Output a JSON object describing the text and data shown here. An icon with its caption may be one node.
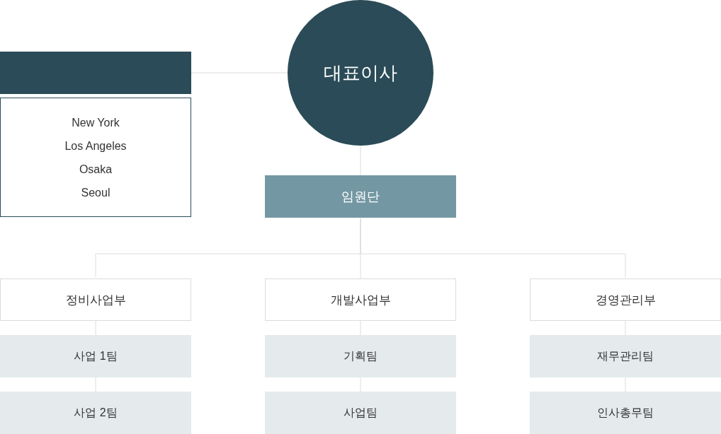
{
  "diagram": {
    "nodes": [
      {
        "text": [
          "대표이사"
        ]
      },
      {
        "text": [],
        "shape": "box"
      },
      {
        "text": [
          "New York",
          "Los Angeles",
          "Osaka",
          "Seoul"
        ]
      },
      {
        "text": [
          "임원단"
        ]
      },
      {
        "text": [
          "정비사업부"
        ]
      },
      {
        "text": [
          "개발사업부"
        ]
      },
      {
        "text": [
          "경영관리부"
        ]
      },
      {
        "text": [
          "사업 1팀"
        ]
      },
      {
        "text": [
          "기획팀"
        ]
      },
      {
        "text": [
          "재무관리팀"
        ]
      },
      {
        "text": [
          "사업 2팀"
        ]
      },
      {
        "text": [
          "사업팀"
        ]
      },
      {
        "text": [
          "인사총무팀"
        ]
      }
    ],
    "edges": [
      {
        "from": 0,
        "to": 1,
        "arrow": "none"
      },
      {
        "from": 0,
        "to": 3,
        "arrow": "none"
      },
      {
        "from": 3,
        "to": 4,
        "arrow": "none"
      },
      {
        "from": 3,
        "to": 5,
        "arrow": "none"
      },
      {
        "from": 3,
        "to": 6,
        "arrow": "none"
      },
      {
        "from": 4,
        "to": 7,
        "arrow": "none"
      },
      {
        "from": 7,
        "to": 10,
        "arrow": "none"
      },
      {
        "from": 5,
        "to": 8,
        "arrow": "none"
      },
      {
        "from": 8,
        "to": 11,
        "arrow": "none"
      },
      {
        "from": 6,
        "to": 9,
        "arrow": "none"
      },
      {
        "from": 9,
        "to": 12,
        "arrow": "none"
      }
    ]
  }
}
